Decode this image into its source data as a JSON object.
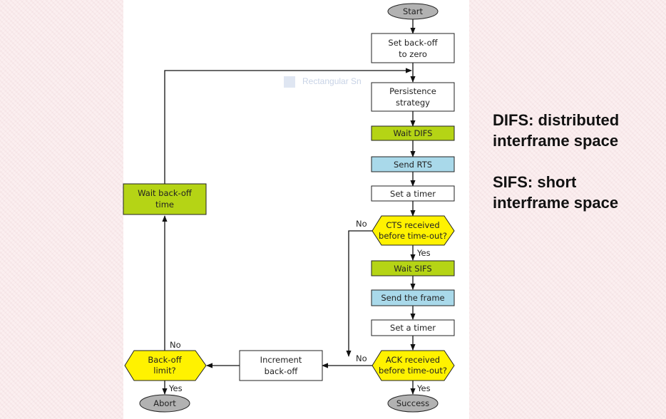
{
  "watermark": {
    "text": "Rectangular Sn"
  },
  "nodes": {
    "start": "Start",
    "set_backoff_1": "Set back-off",
    "set_backoff_2": "to zero",
    "persistence_1": "Persistence",
    "persistence_2": "strategy",
    "wait_difs": "Wait DIFS",
    "send_rts": "Send RTS",
    "set_timer_1": "Set a timer",
    "cts_1": "CTS received",
    "cts_2": "before time-out?",
    "wait_sifs": "Wait SIFS",
    "send_frame": "Send the frame",
    "set_timer_2": "Set a timer",
    "ack_1": "ACK received",
    "ack_2": "before time-out?",
    "success": "Success",
    "increment_1": "Increment",
    "increment_2": "back-off",
    "backoff_limit_1": "Back-off",
    "backoff_limit_2": "limit?",
    "abort": "Abort",
    "wait_backoff_1": "Wait back-off",
    "wait_backoff_2": "time"
  },
  "labels": {
    "cts_no": "No",
    "cts_yes": "Yes",
    "ack_no": "No",
    "ack_yes": "Yes",
    "limit_no": "No",
    "limit_yes": "Yes"
  },
  "notes": {
    "difs_1": "DIFS: distributed",
    "difs_2": "interframe space",
    "sifs_1": "SIFS: short",
    "sifs_2": "interframe space"
  },
  "colors": {
    "green_box": "#b5d415",
    "blue_box": "#a9d9ea",
    "yellow_diamond": "#fff200",
    "gray_oval": "#b2b2b2"
  }
}
